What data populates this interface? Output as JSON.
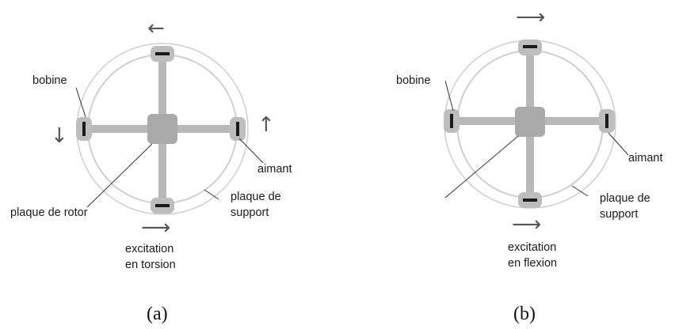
{
  "diagram_a": {
    "label_coil": "bobine",
    "label_magnet": "aimant",
    "label_rotor": "plaque de rotor",
    "label_support_1": "plaque de",
    "label_support_2": "support",
    "label_excitation_1": "excitation",
    "label_excitation_2": "en torsion",
    "caption": "(a)",
    "arrow_top": "←",
    "arrow_left": "↓",
    "arrow_right": "↑",
    "arrow_bottom": "⟶"
  },
  "diagram_b": {
    "label_coil": "bobine",
    "label_magnet": "aimant",
    "label_support_1": "plaque de",
    "label_support_2": "support",
    "label_excitation_1": "excitation",
    "label_excitation_2": "en flexion",
    "caption": "(b)",
    "arrow_top": "⟶",
    "arrow_bottom": "⟶"
  },
  "colors": {
    "ring": "#c8c8c8",
    "arm": "#b8b8b8",
    "center": "#a9a9a9",
    "pad": "#bdbdbd",
    "magnet": "#1a1a1a",
    "leader": "#333333"
  }
}
